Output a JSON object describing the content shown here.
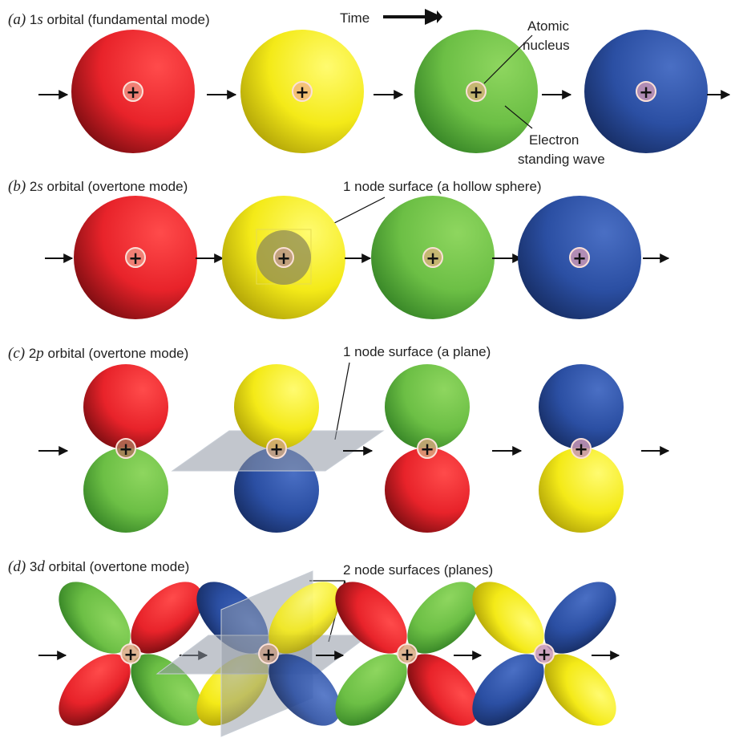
{
  "colors": {
    "red": "#e8232a",
    "yellow": "#f4ea18",
    "green": "#6cbf45",
    "blue": "#2b4fa3",
    "node_gray": "#9aa3ad",
    "nucleus_ring": "#f0c0a8"
  },
  "header": {
    "time_label": "Time"
  },
  "panels": {
    "a": {
      "letter": "(a)",
      "orbital_num": "1",
      "orbital_sym": "s",
      "title_rest": " orbital (fundamental mode)",
      "frames": [
        "red",
        "yellow",
        "green",
        "blue"
      ],
      "annotations": {
        "nucleus_line1": "Atomic",
        "nucleus_line2": "nucleus",
        "wave_line1": "Electron",
        "wave_line2": "standing wave"
      }
    },
    "b": {
      "letter": "(b)",
      "orbital_num": "2",
      "orbital_sym": "s",
      "title_rest": " orbital (overtone mode)",
      "frames": [
        "red",
        "yellow",
        "green",
        "blue"
      ],
      "node_label": "1 node surface (a hollow sphere)"
    },
    "c": {
      "letter": "(c)",
      "orbital_num": "2",
      "orbital_sym": "p",
      "title_rest": " orbital (overtone mode)",
      "frames": [
        {
          "top": "red",
          "bottom": "green"
        },
        {
          "top": "yellow",
          "bottom": "blue"
        },
        {
          "top": "green",
          "bottom": "red"
        },
        {
          "top": "blue",
          "bottom": "yellow"
        }
      ],
      "node_label": "1 node surface (a plane)"
    },
    "d": {
      "letter": "(d)",
      "orbital_num": "3",
      "orbital_sym": "d",
      "title_rest": " orbital (overtone mode)",
      "frames": [
        {
          "ne_sw": "red",
          "nw_se": "green"
        },
        {
          "ne_sw": "yellow",
          "nw_se": "blue"
        },
        {
          "ne_sw": "green",
          "nw_se": "red"
        },
        {
          "ne_sw": "blue",
          "nw_se": "yellow"
        }
      ],
      "node_label": "2 node surfaces (planes)"
    }
  },
  "nucleus_symbol": "+"
}
